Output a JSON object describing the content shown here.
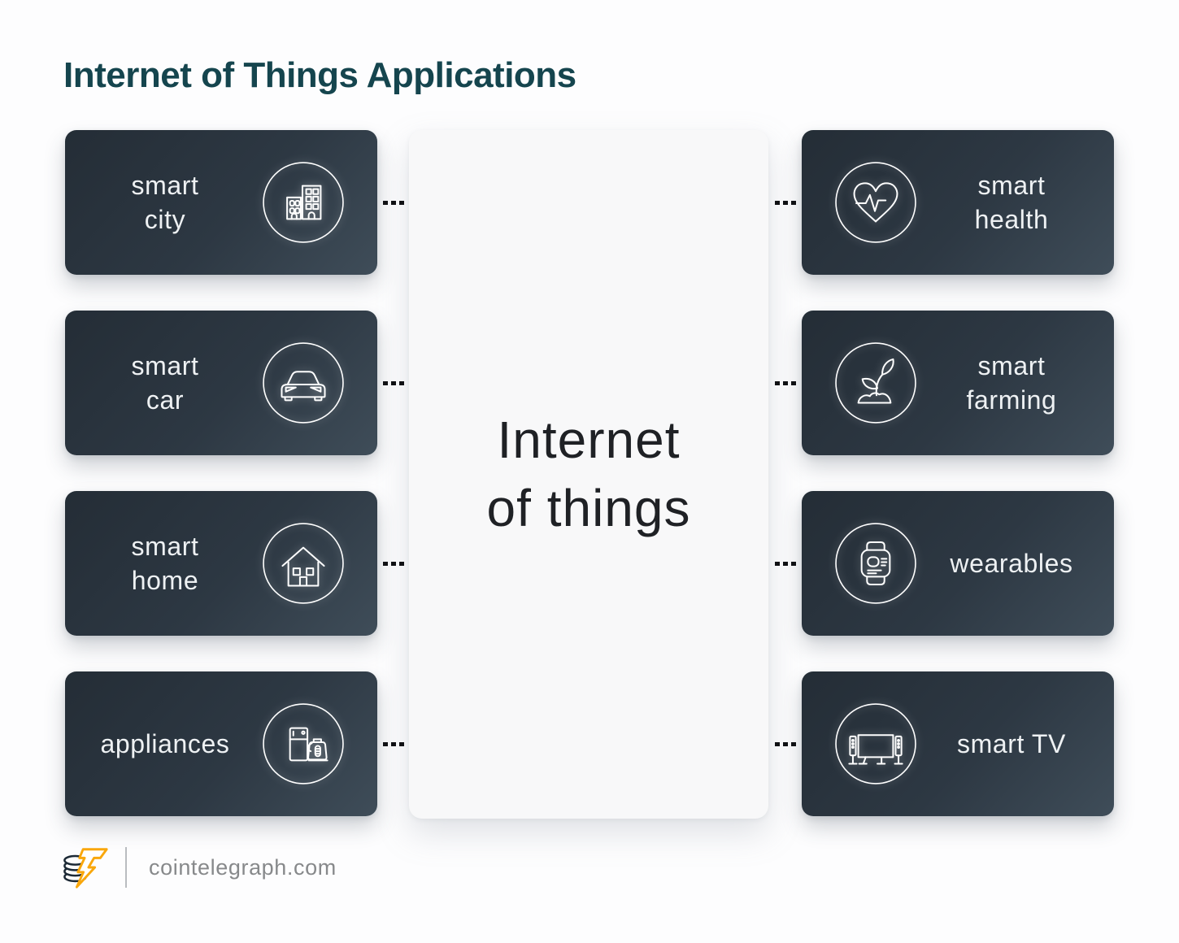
{
  "title": "Internet of Things Applications",
  "center": {
    "title": "Internet\nof things"
  },
  "cards": {
    "left": [
      {
        "label": "smart\ncity",
        "icon": "city-icon"
      },
      {
        "label": "smart\ncar",
        "icon": "car-icon"
      },
      {
        "label": "smart\nhome",
        "icon": "home-icon"
      },
      {
        "label": "appliances",
        "icon": "appliances-icon"
      }
    ],
    "right": [
      {
        "label": "smart\nhealth",
        "icon": "health-icon"
      },
      {
        "label": "smart\nfarming",
        "icon": "farming-icon"
      },
      {
        "label": "wearables",
        "icon": "wearables-icon"
      },
      {
        "label": "smart TV",
        "icon": "tv-icon"
      }
    ]
  },
  "footer": {
    "site": "cointelegraph.com",
    "logo": "cointelegraph-bolt-coins"
  },
  "colors": {
    "title": "#15454e",
    "card_grad_start": "#242d36",
    "card_grad_end": "#3f4d59",
    "card_text": "#eef1f3",
    "center_bg": "#f8f8f9",
    "center_text": "#1f2125",
    "connector": "#101114",
    "footer_text": "#87898b",
    "logo_dark": "#1d2a36",
    "logo_yellow": "#f9a70c",
    "page_bg": "#fdfdfe"
  }
}
